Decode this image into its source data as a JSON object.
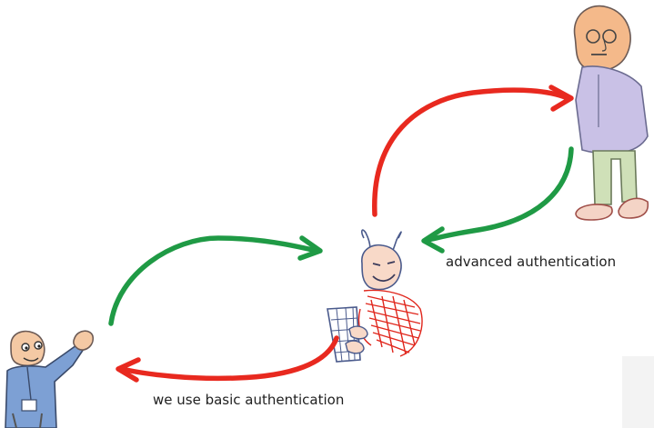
{
  "labels": {
    "advanced": "advanced authentication",
    "basic": "we use basic authentication"
  },
  "colors": {
    "green_arrow": "#1f9a45",
    "red_arrow": "#e8291f",
    "devil_red": "#e0261c",
    "devil_ink": "#4a5a8c",
    "user_shirt": "#c9c1e6",
    "user_skin": "#f4b98a",
    "user_pants": "#cfe0b8",
    "client_shirt": "#7da0d4"
  },
  "figures": {
    "right_person": "user-figure",
    "middle_figure": "attacker-figure",
    "left_person": "client-figure"
  }
}
